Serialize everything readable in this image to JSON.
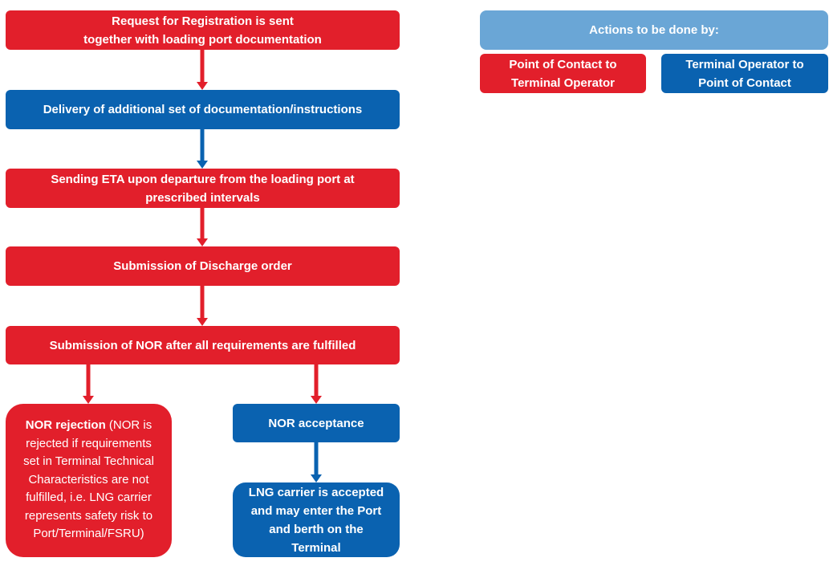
{
  "flow": {
    "step1": [
      "Request for Registration is sent",
      "together with loading port documentation"
    ],
    "step2": "Delivery of additional set of documentation/instructions",
    "step3": [
      "Sending ETA upon departure from the loading port at",
      "prescribed intervals"
    ],
    "step4": "Submission of Discharge order",
    "step5": "Submission of NOR after all requirements are fulfilled",
    "rejection": {
      "title": "NOR rejection",
      "lines": [
        " (NOR is",
        "rejected if requirements",
        "set in Terminal Technical",
        "Characteristics are not",
        "fulfilled, i.e. LNG carrier",
        "represents safety risk to",
        "Port/Terminal/FSRU)"
      ]
    },
    "acceptance": "NOR acceptance",
    "accepted": [
      "LNG carrier is accepted",
      "and may enter the Port",
      "and berth on the",
      "Terminal"
    ]
  },
  "legend": {
    "header": "Actions to be done by:",
    "red_label": [
      "Point of Contact to",
      "Terminal Operator"
    ],
    "blue_label": [
      "Terminal Operator to",
      "Point of Contact"
    ]
  },
  "colors": {
    "red": "#e21f2b",
    "blue": "#0a62b0",
    "legend_header": "#6aa6d6"
  }
}
